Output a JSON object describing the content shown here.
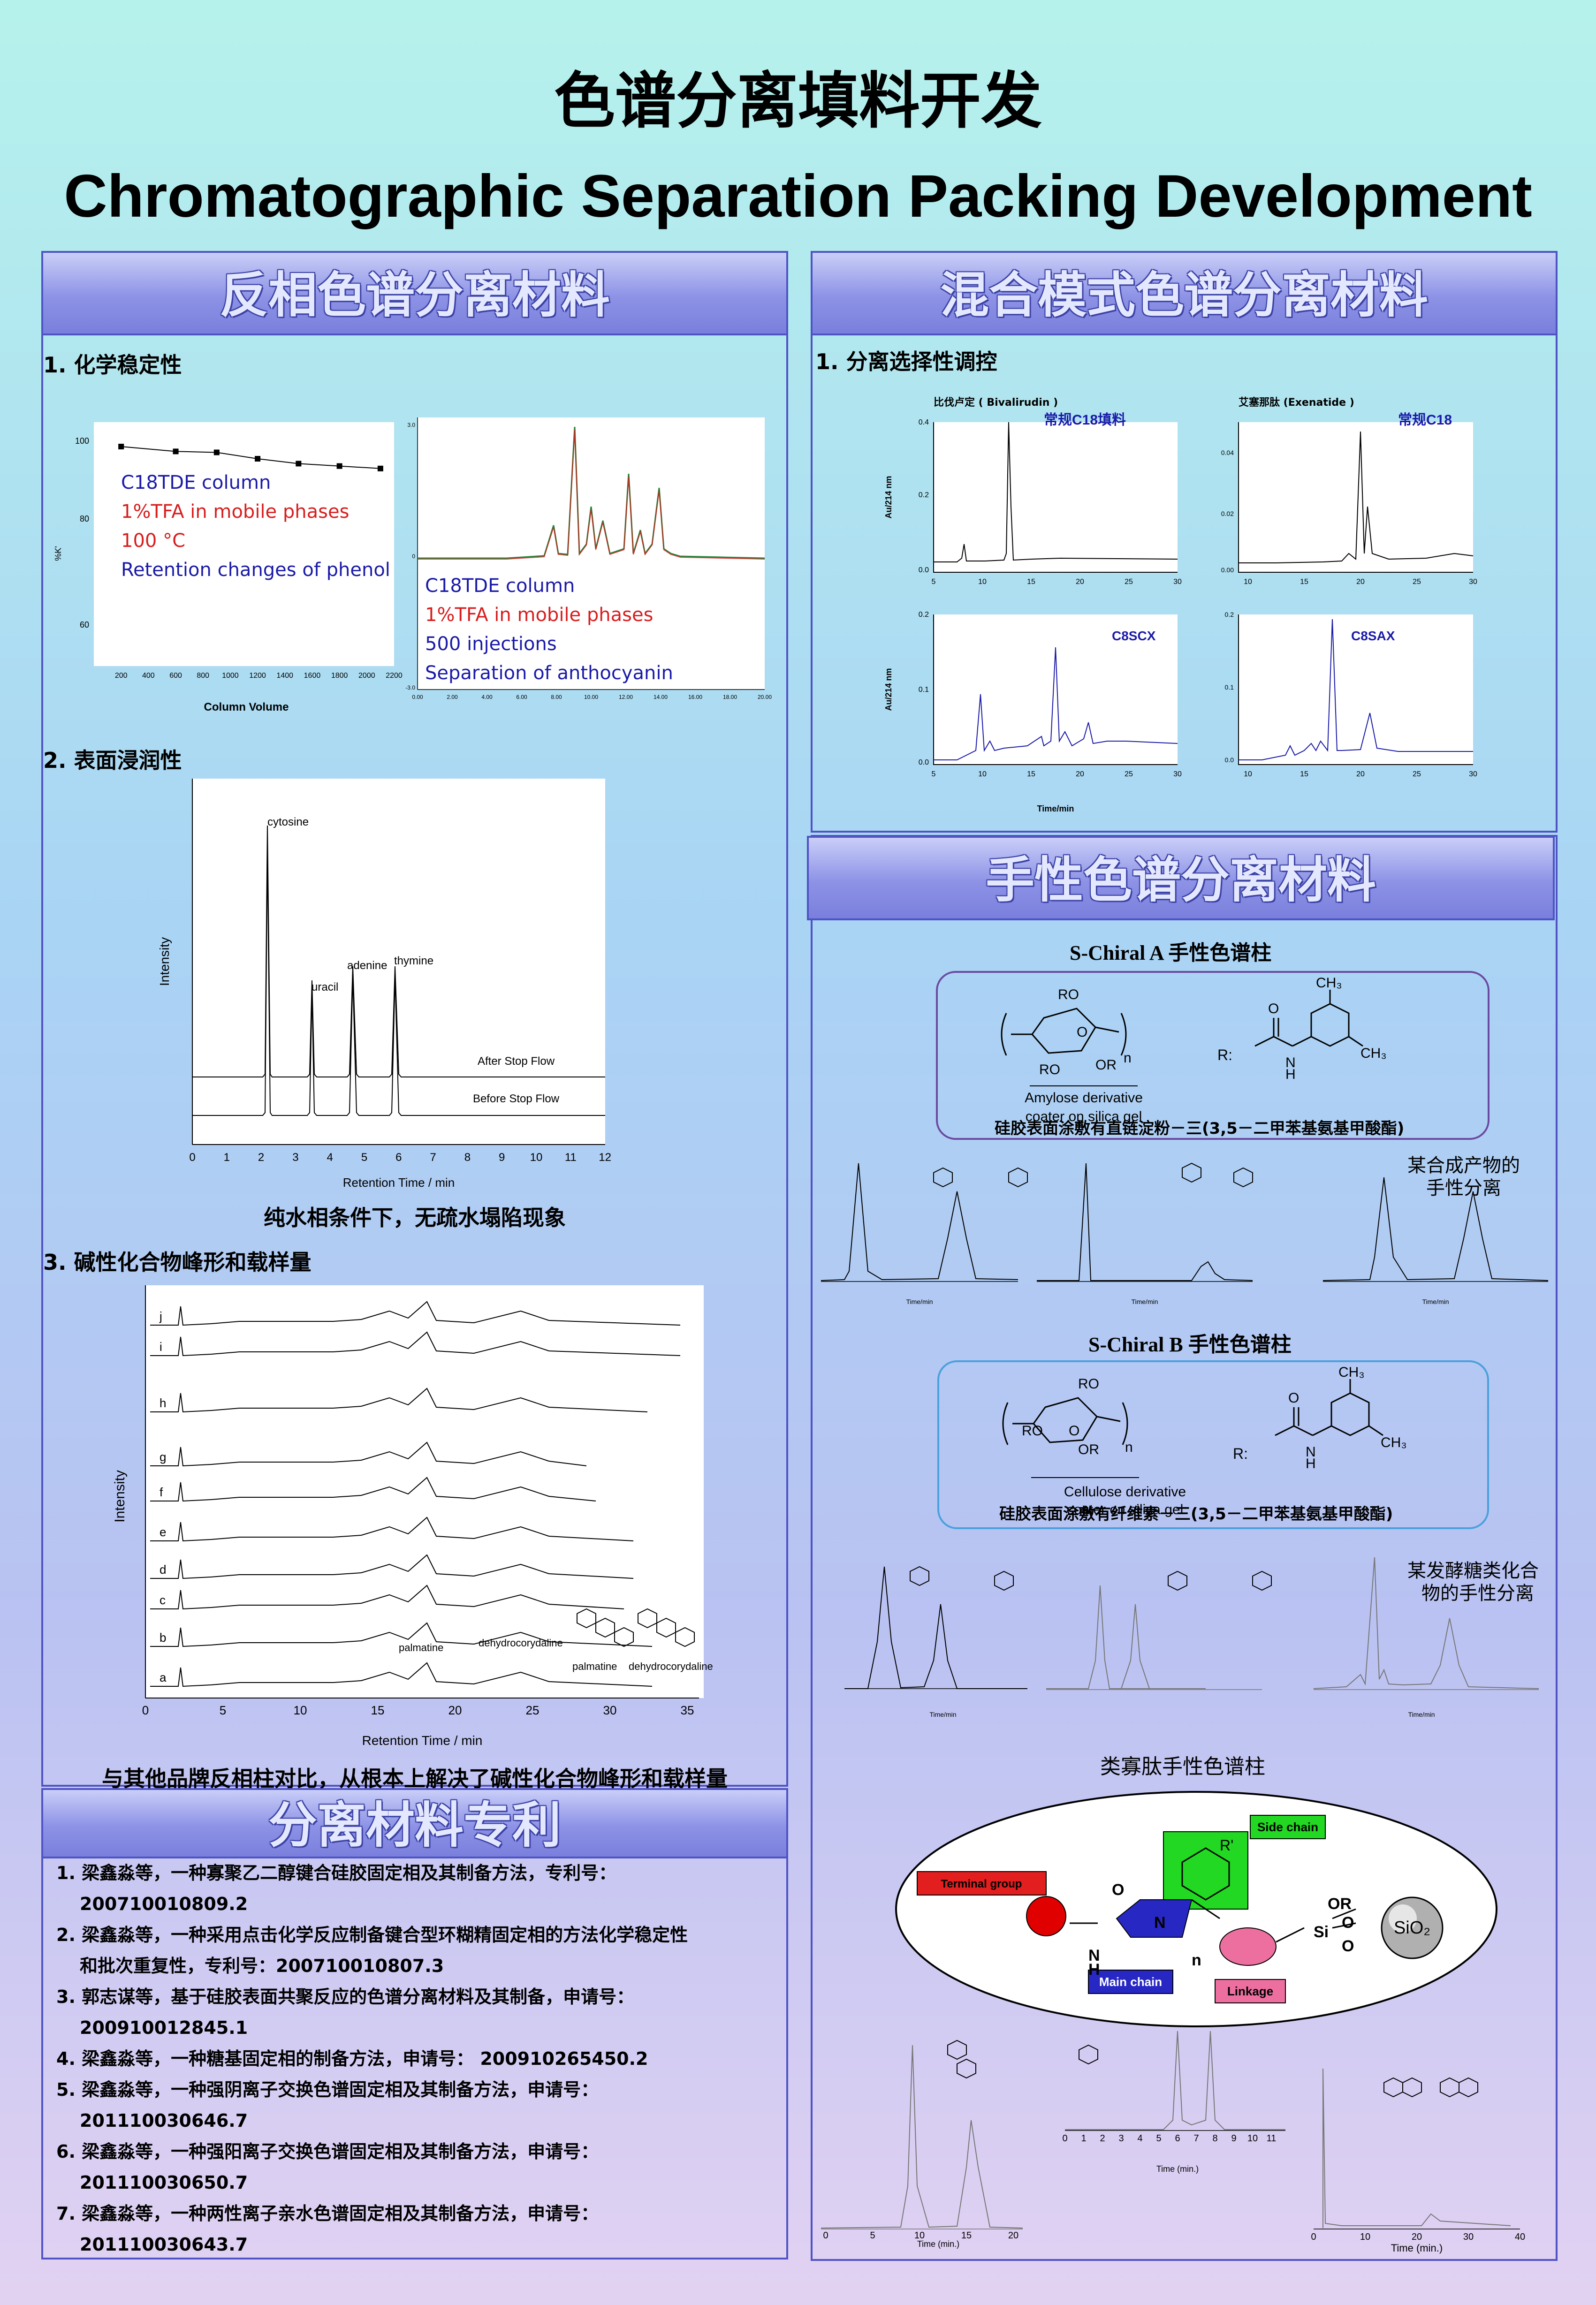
{
  "title": {
    "cn": "色谱分离填料开发",
    "en": "Chromatographic Separation Packing Development"
  },
  "colors": {
    "blue": "#1a1aa8",
    "red": "#d81e1e",
    "header_border": "#4f53c4"
  },
  "sections": {
    "rp": {
      "header": "反相色谱分离材料",
      "s1": "1. 化学稳定性",
      "s2": "2. 表面浸润性",
      "s3": "3. 碱性化合物峰形和载样量",
      "note2": "纯水相条件下，无疏水塌陷现象",
      "note3": "与其他品牌反相柱对比，从根本上解决了碱性化合物峰形和载样量",
      "chart1_legend": [
        "C18TDE column",
        "1%TFA in mobile phases",
        "100 °C",
        "Retention changes of phenol"
      ],
      "chart2_legend": [
        "C18TDE column",
        "1%TFA in mobile phases",
        "500 injections",
        "Separation of anthocyanin"
      ],
      "wet_labels": {
        "cytosine": "cytosine",
        "uracil": "uracil",
        "adenine": "adenine",
        "thymine": "thymine",
        "after": "After Stop Flow",
        "before": "Before Stop Flow"
      },
      "basic_labels": {
        "palmatine": "palmatine",
        "dehydrocorydaline": "dehydrocorydaline",
        "palmatine2": "palmatine",
        "dehydrocorydaline2": "dehydrocorydaline"
      }
    },
    "mm": {
      "header": "混合模式色谱分离材料",
      "s1": "1. 分离选择性调控",
      "bival": "比伐卢定 ( Bivalirudin )",
      "exen": "艾塞那肽 (Exenatide )",
      "c18a": "常规C18填料",
      "c18b": "常规C18",
      "c8scx": "C8SCX",
      "c8sax": "C8SAX",
      "ylab": "Au/214 nm",
      "xlab": "Time/min"
    },
    "chiral": {
      "header": "手性色谱分离材料",
      "a_title": "S-Chiral A 手性色谱柱",
      "a_desc": "硅胶表面涂敷有直链淀粉－三(3,5－二甲苯基氨基甲酸酯)",
      "a_deriv": "Amylose derivative",
      "a_coat": "coater on silica gel",
      "a_note": [
        "某合成产物的",
        "手性分离"
      ],
      "b_title": "S-Chiral B 手性色谱柱",
      "b_desc": "硅胶表面涂敷有纤维素－三(3,5－二甲苯基氨基甲酸酯)",
      "b_deriv": "Cellulose derivative",
      "b_coat": "coater on silica gel",
      "b_note": [
        "某发酵糖类化合",
        "物的手性分离"
      ],
      "r_label": "R:",
      "c_title": "类寡肽手性色谱柱",
      "side_chain": "Side chain",
      "terminal": "Terminal group",
      "main_chain": "Main chain",
      "linkage": "Linkage",
      "sio2": "SiO₂",
      "time_label": "Time/min",
      "time_min": "Time (min.)"
    },
    "patents": {
      "header": "分离材料专利",
      "items": [
        "1. 梁鑫淼等，一种寡聚乙二醇键合硅胶固定相及其制备方法，专利号：",
        "200710010809.2",
        "2. 梁鑫淼等，一种采用点击化学反应制备键合型环糊精固定相的方法化学稳定性",
        "和批次重复性，专利号：200710010807.3",
        "3. 郭志谋等，基于硅胶表面共聚反应的色谱分离材料及其制备，申请号：",
        "200910012845.1",
        "4. 梁鑫淼等，一种糖基固定相的制备方法，申请号： 200910265450.2",
        "5. 梁鑫淼等，一种强阴离子交换色谱固定相及其制备方法，申请号：",
        "201110030646.7",
        "6. 梁鑫淼等，一种强阳离子交换色谱固定相及其制备方法，申请号：",
        "201110030650.7",
        "7. 梁鑫淼等，一种两性离子亲水色谱固定相及其制备方法，申请号：",
        "201110030643.7"
      ]
    }
  },
  "chart_data": [
    {
      "type": "line",
      "title": "",
      "xlabel": "Column Volume",
      "ylabel": "%K'",
      "x": [
        200,
        600,
        900,
        1200,
        1500,
        1800,
        2100
      ],
      "values": [
        100,
        99,
        98.8,
        97.5,
        96.5,
        96,
        95.5
      ],
      "xlim": [
        0,
        2200
      ],
      "ylim": [
        55,
        105
      ]
    }
  ]
}
